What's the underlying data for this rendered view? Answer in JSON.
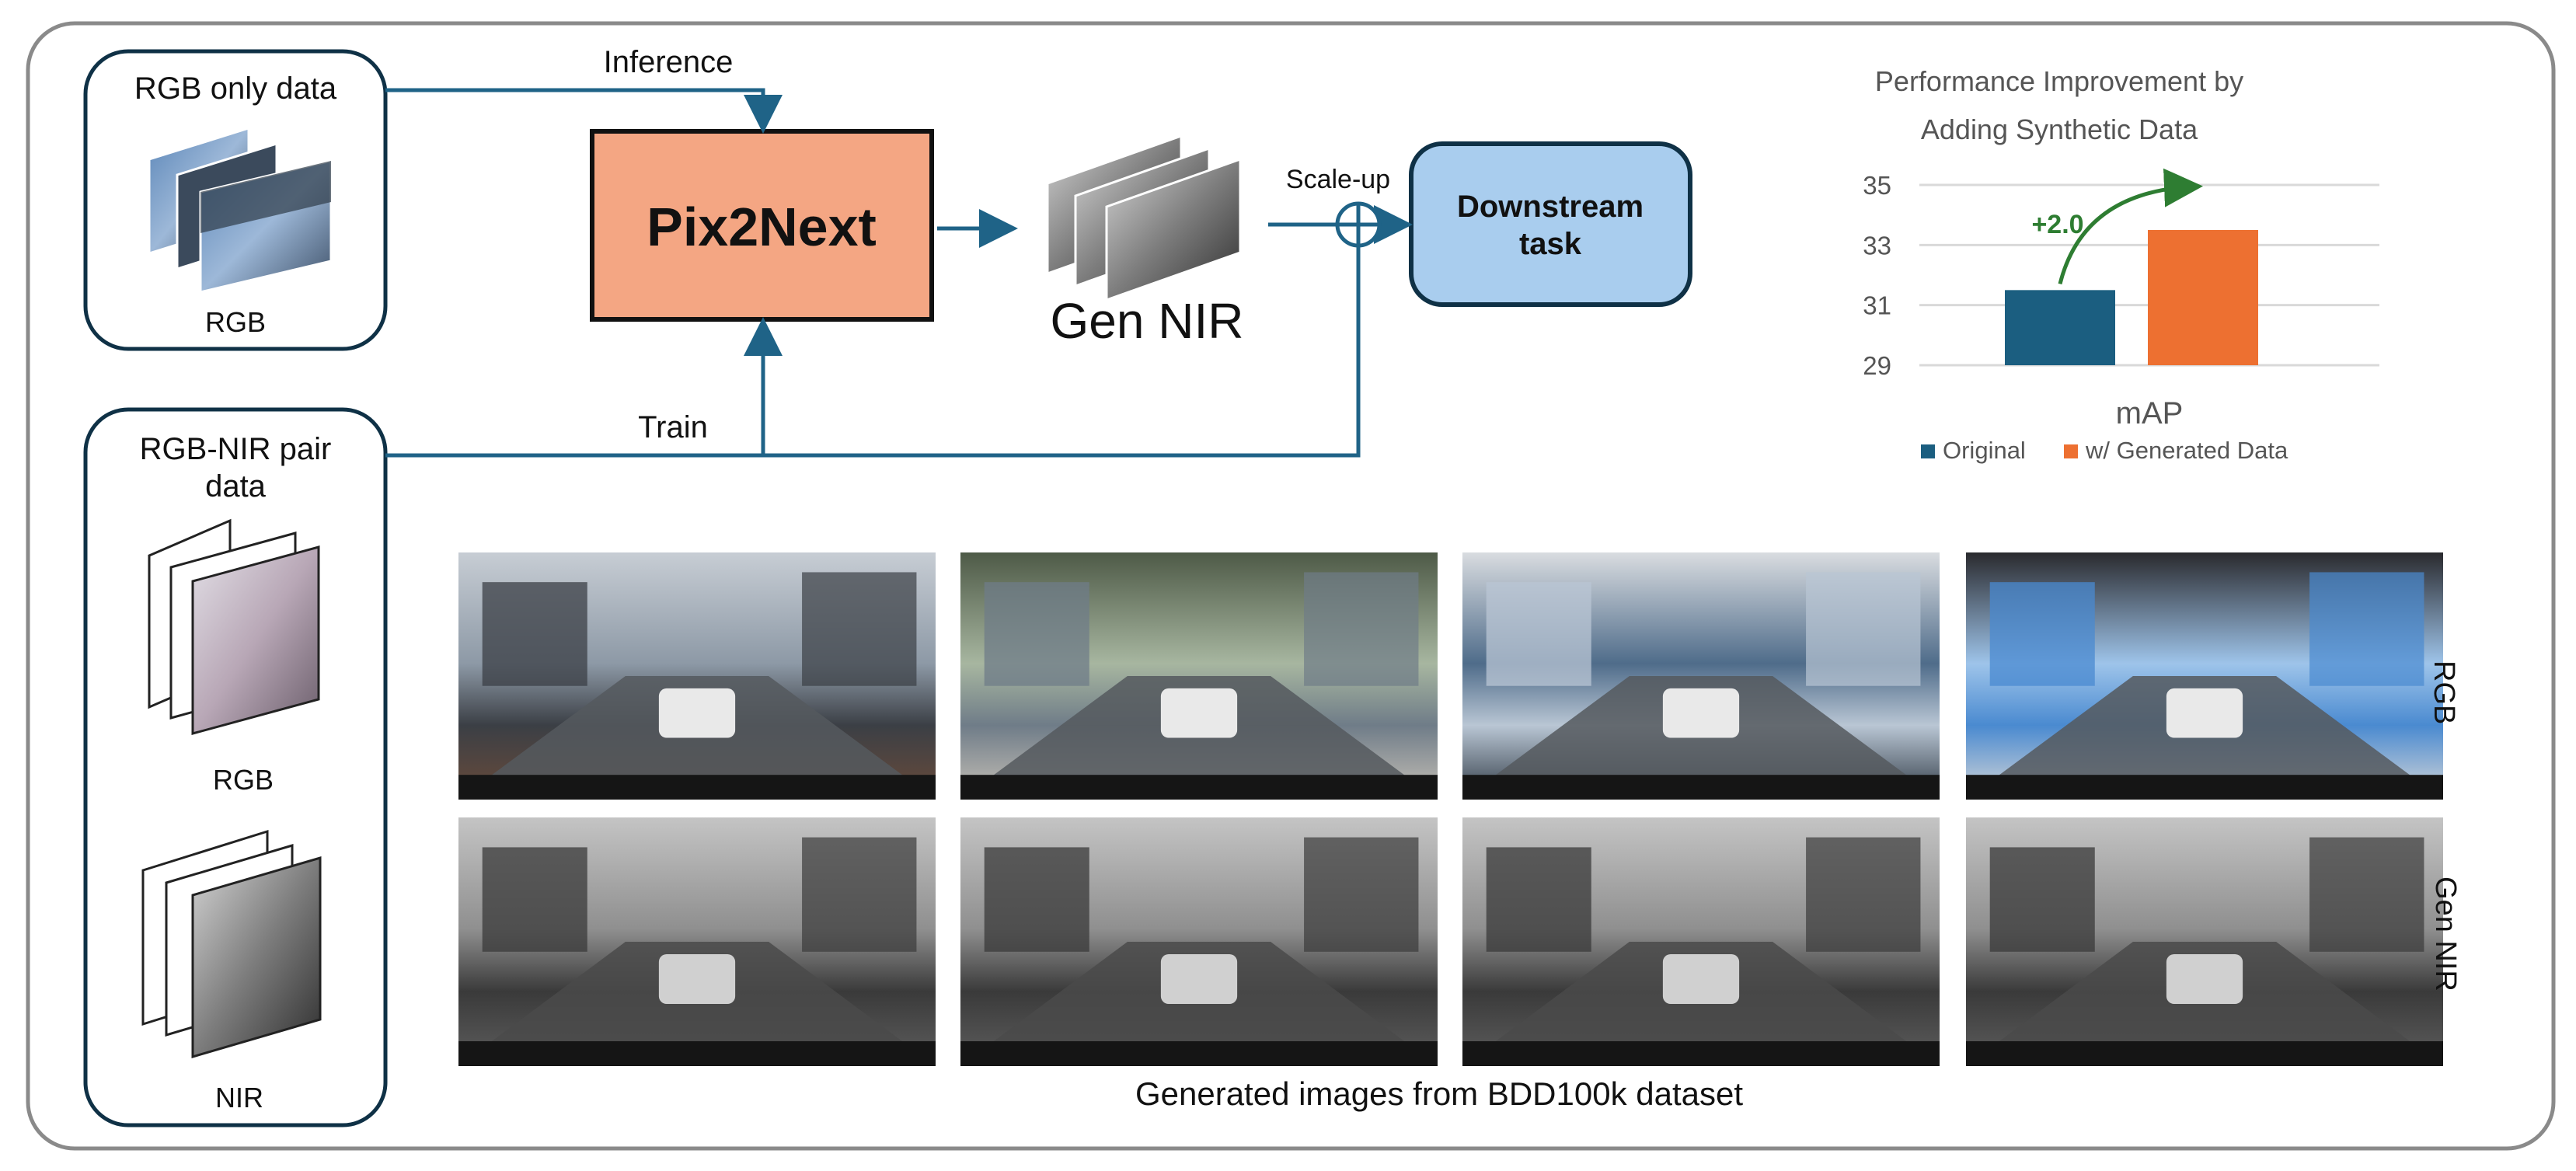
{
  "rgb_only_box": {
    "title": "RGB only data",
    "stack_label": "RGB"
  },
  "pair_box": {
    "title_line1": "RGB-NIR pair",
    "title_line2": "data",
    "rgb_label": "RGB",
    "nir_label": "NIR"
  },
  "flow": {
    "inference_label": "Inference",
    "train_label": "Train",
    "scaleup_label": "Scale-up",
    "model_name": "Pix2Next",
    "gen_nir_label": "Gen NIR",
    "downstream_line1": "Downstream",
    "downstream_line2": "task"
  },
  "chart_data": {
    "type": "bar",
    "title_line1": "Performance Improvement by",
    "title_line2": "Adding Synthetic Data",
    "categories": [
      "mAP"
    ],
    "series": [
      {
        "name": "Original",
        "values": [
          31.5
        ],
        "color": "#1b5e80"
      },
      {
        "name": "w/ Generated Data",
        "values": [
          33.5
        ],
        "color": "#ed7031"
      }
    ],
    "yticks": [
      "35",
      "33",
      "31",
      "29"
    ],
    "ylim": [
      29,
      35
    ],
    "xlabel": "mAP",
    "annotation": "+2.0",
    "annotation_color": "#2e7d32",
    "grid": true,
    "legend_position": "bottom"
  },
  "gallery": {
    "caption": "Generated images from BDD100k dataset",
    "row_labels": [
      "RGB",
      "Gen NIR"
    ]
  },
  "colors": {
    "arrow": "#1f6387",
    "box_border": "#0f3146",
    "pix2next_fill": "#f4a683",
    "downstream_fill": "#a9cdee"
  }
}
